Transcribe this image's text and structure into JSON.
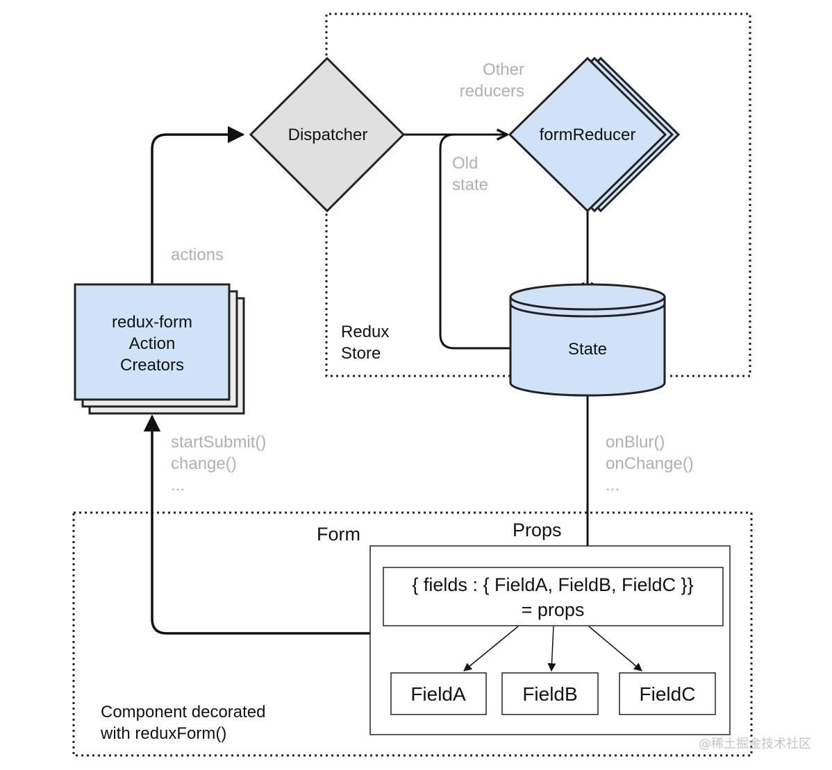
{
  "nodes": {
    "dispatcher": "Dispatcher",
    "form_reducer": "formReducer",
    "state": "State",
    "action_creators": [
      "redux-form",
      "Action",
      "Creators"
    ],
    "props_expression": [
      "{ fields : { FieldA, FieldB, FieldC }}",
      "= props"
    ],
    "field_a": "FieldA",
    "field_b": "FieldB",
    "field_c": "FieldC"
  },
  "regions": {
    "redux_store": [
      "Redux",
      "Store"
    ],
    "form": "Form",
    "props": "Props",
    "component": [
      "Component decorated",
      "with reduxForm()"
    ]
  },
  "edge_labels": {
    "actions": "actions",
    "other_reducers": [
      "Other",
      "reducers"
    ],
    "old_state": [
      "Old",
      "state"
    ],
    "action_calls": [
      "startSubmit()",
      "change()",
      "..."
    ],
    "event_calls": [
      "onBlur()",
      "onChange()",
      "..."
    ]
  },
  "watermark": "@稀土掘金技术社区",
  "colors": {
    "node_blue": "#cfe2f7",
    "node_gray": "#e0e0e0",
    "stroke": "#1a1a1a",
    "muted_text": "#b0b0b0"
  }
}
